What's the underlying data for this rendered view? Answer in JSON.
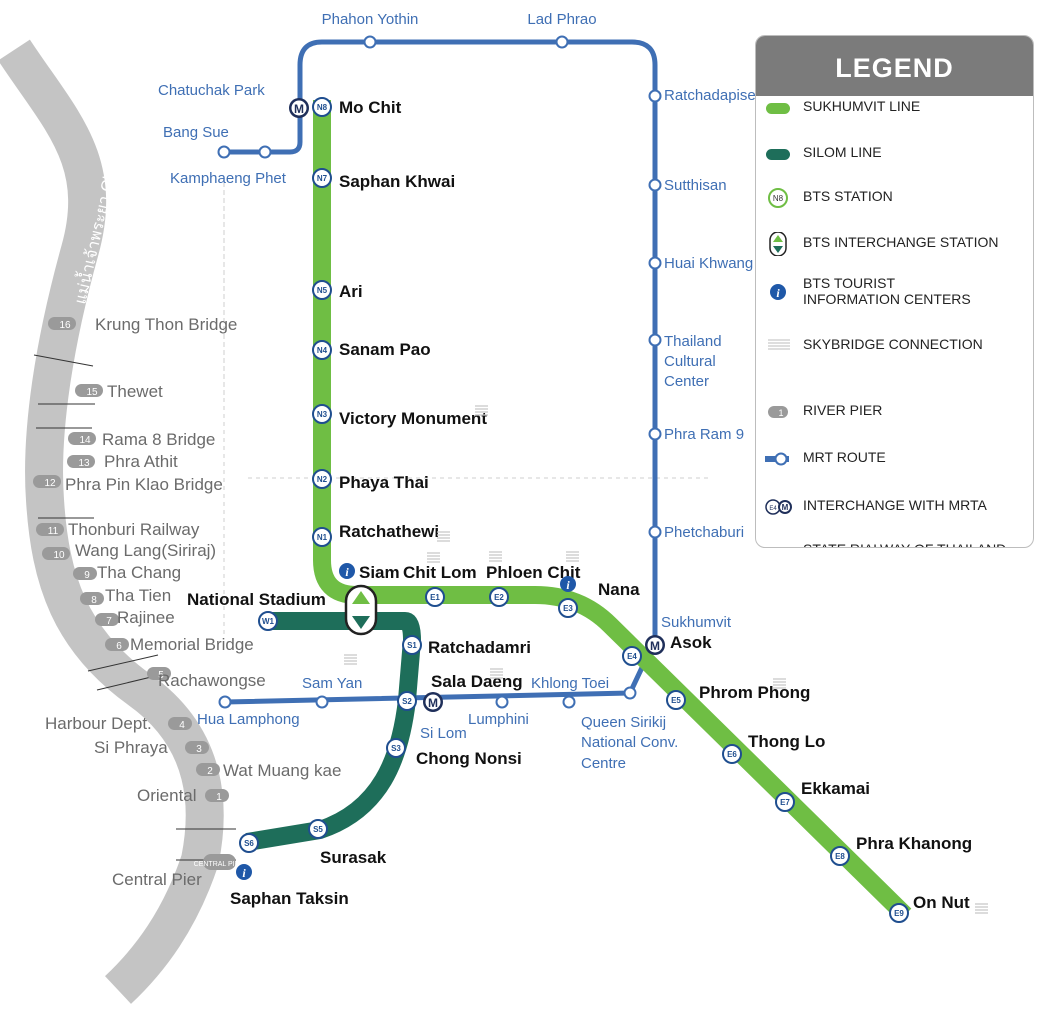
{
  "colors": {
    "sukhumvit": "#6fbe44",
    "silom": "#1e6e5a",
    "mrt": "#3f6fb4",
    "river": "#bfbfbf",
    "station_ring": "#1f4e8f"
  },
  "river": {
    "label": "แม่น้ำเจ้าพระยา Chao Phraya River"
  },
  "legend": {
    "title": "LEGEND",
    "items": [
      {
        "icon": "sukhumvit-line-swatch",
        "label": "SUKHUMVIT LINE"
      },
      {
        "icon": "silom-line-swatch",
        "label": "SILOM LINE"
      },
      {
        "icon": "bts-station-icon",
        "code": "N8",
        "label": "BTS STATION"
      },
      {
        "icon": "bts-interchange-icon",
        "label": "BTS INTERCHANGE STATION"
      },
      {
        "icon": "info-icon",
        "label_line1": "BTS TOURIST",
        "label_line2": "INFORMATION CENTERS"
      },
      {
        "icon": "skybridge-icon",
        "label": "SKYBRIDGE CONNECTION"
      },
      {
        "icon": "river-pier-icon",
        "code": "1",
        "label": "RIVER PIER"
      },
      {
        "icon": "mrt-route-icon",
        "label": "MRT  ROUTE"
      },
      {
        "icon": "mrta-interchange-icon",
        "code": "E4",
        "label": "INTERCHANGE WITH MRTA"
      },
      {
        "icon": "state-railway-icon",
        "label": "STATE RIALWAY OF THAILAND"
      }
    ]
  },
  "bts_stations": [
    {
      "code": "N8",
      "name": "Mo Chit"
    },
    {
      "code": "N7",
      "name": "Saphan Khwai"
    },
    {
      "code": "N5",
      "name": "Ari"
    },
    {
      "code": "N4",
      "name": "Sanam Pao"
    },
    {
      "code": "N3",
      "name": "Victory Monument"
    },
    {
      "code": "N2",
      "name": "Phaya Thai"
    },
    {
      "code": "N1",
      "name": "Ratchathewi"
    },
    {
      "code": "",
      "name": "Siam"
    },
    {
      "code": "E1",
      "name": "Chit  Lom"
    },
    {
      "code": "E2",
      "name": "Phloen  Chit"
    },
    {
      "code": "E3",
      "name": "Nana"
    },
    {
      "code": "E4",
      "name": "Asok"
    },
    {
      "code": "E5",
      "name": "Phrom  Phong"
    },
    {
      "code": "E6",
      "name": "Thong  Lo"
    },
    {
      "code": "E7",
      "name": "Ekkamai"
    },
    {
      "code": "E8",
      "name": "Phra  Khanong"
    },
    {
      "code": "E9",
      "name": "On  Nut"
    },
    {
      "code": "W1",
      "name": "National  Stadium"
    },
    {
      "code": "S1",
      "name": "Ratchadamri"
    },
    {
      "code": "S2",
      "name": "Sala  Daeng"
    },
    {
      "code": "S3",
      "name": "Chong  Nonsi"
    },
    {
      "code": "S5",
      "name": "Surasak"
    },
    {
      "code": "S6",
      "name": "Saphan  Taksin"
    }
  ],
  "mrt_stations": [
    "Phahon  Yothin",
    "Lad  Phrao",
    "Ratchadapisek",
    "Sutthisan",
    "Huai  Khwang",
    "Thailand",
    "Cultural",
    "Center",
    "Phra  Ram  9",
    "Phetchaburi",
    "Sukhumvit",
    "Chatuchak  Park",
    "Bang  Sue",
    "Kamphaeng  Phet",
    "Khlong  Toei",
    "Lumphini",
    "Si  Lom",
    "Sam  Yan",
    "Hua  Lamphong",
    "Queen  Sirikij",
    "National  Conv.",
    "Centre"
  ],
  "piers": [
    {
      "code": "16",
      "name": "Krung  Thon  Bridge"
    },
    {
      "code": "15",
      "name": "Thewet"
    },
    {
      "code": "14",
      "name": "Rama  8  Bridge"
    },
    {
      "code": "13",
      "name": "Phra  Athit"
    },
    {
      "code": "12",
      "name": "Phra  Pin  Klao  Bridge"
    },
    {
      "code": "11",
      "name": "Thonburi  Railway"
    },
    {
      "code": "10",
      "name": "Wang  Lang(Siriraj)"
    },
    {
      "code": "9",
      "name": "Tha  Chang"
    },
    {
      "code": "8",
      "name": "Tha  Tien"
    },
    {
      "code": "7",
      "name": "Rajinee"
    },
    {
      "code": "6",
      "name": "Memorial  Bridge"
    },
    {
      "code": "5",
      "name": "Rachawongse"
    },
    {
      "code": "4",
      "name": "Harbour  Dept."
    },
    {
      "code": "3",
      "name": "Si  Phraya"
    },
    {
      "code": "2",
      "name": "Wat  Muang  kae"
    },
    {
      "code": "1",
      "name": "Oriental"
    },
    {
      "code": "CENTRAL PIER",
      "name": "Central  Pier"
    }
  ],
  "mrt_badge": "M"
}
